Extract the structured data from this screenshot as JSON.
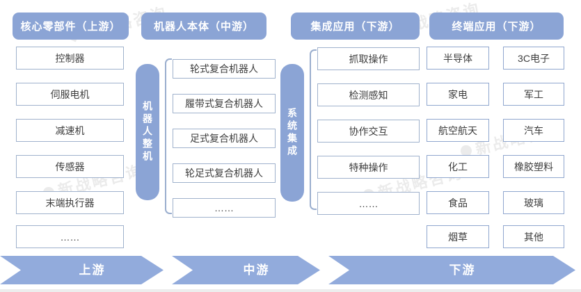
{
  "headers": [
    "核心零部件（上游）",
    "机器人本体（中游）",
    "集成应用（下游）",
    "终端应用（下游）"
  ],
  "columns": {
    "core_components": [
      "控制器",
      "伺服电机",
      "减速机",
      "传感器",
      "末端执行器",
      "……"
    ],
    "robot_body": [
      "轮式复合机器人",
      "履带式复合机器人",
      "足式复合机器人",
      "轮足式复合机器人",
      "……"
    ],
    "integration_apps": [
      "抓取操作",
      "检测感知",
      "协作交互",
      "特种操作",
      "……"
    ],
    "terminal_left": [
      "半导体",
      "家电",
      "航空航天",
      "化工",
      "食品",
      "烟草"
    ],
    "terminal_right": [
      "3C电子",
      "军工",
      "汽车",
      "橡胶塑料",
      "玻璃",
      "其他"
    ]
  },
  "bars": {
    "robot_machine": "机器人整机",
    "system_integration": "系统集成"
  },
  "flow": [
    "上游",
    "中游",
    "下游"
  ],
  "watermark": {
    "text": "新战略咨询"
  },
  "colors": {
    "primary_blue": "#8BA4D5",
    "arrow_blue": "#92ABDC",
    "box_border": "#9FB1CC",
    "text_dark": "#3d3d3d"
  }
}
